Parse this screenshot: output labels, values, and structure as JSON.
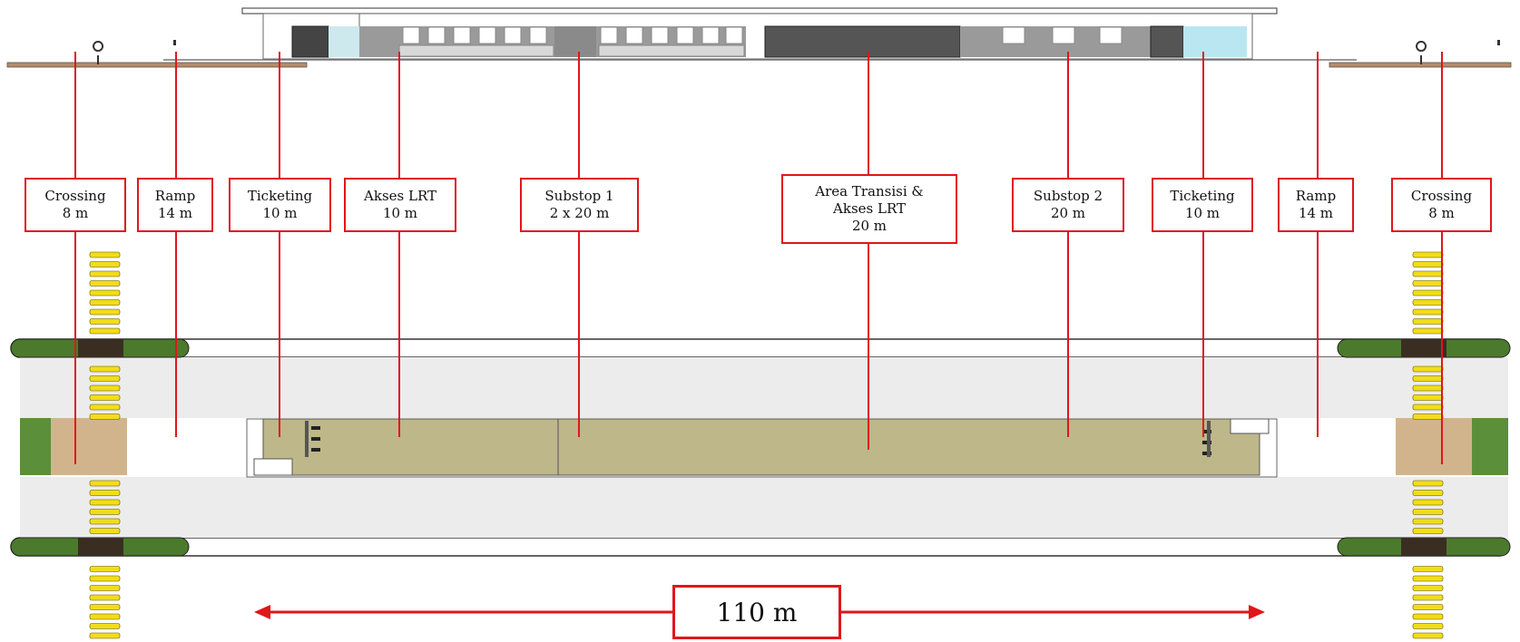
{
  "colors": {
    "accent": "#e0161b",
    "platform": "#bdb78a",
    "road": "#ececec",
    "median": "#4c7a2c",
    "crossing_bar": "#f2dd18",
    "crossing_pad": "#d2b48c"
  },
  "labels": [
    {
      "line1": "Crossing",
      "line2": "8 m"
    },
    {
      "line1": "Ramp",
      "line2": "14 m"
    },
    {
      "line1": "Ticketing",
      "line2": "10 m"
    },
    {
      "line1": "Akses LRT",
      "line2": "10 m"
    },
    {
      "line1": "Substop 1",
      "line2": "2 x 20 m"
    },
    {
      "line1": "Area Transisi &",
      "line2": "Akses LRT",
      "line3": "20 m"
    },
    {
      "line1": "Substop 2",
      "line2": "20 m"
    },
    {
      "line1": "Ticketing",
      "line2": "10 m"
    },
    {
      "line1": "Ramp",
      "line2": "14 m"
    },
    {
      "line1": "Crossing",
      "line2": "8 m"
    }
  ],
  "scale": {
    "label": "110 m"
  }
}
